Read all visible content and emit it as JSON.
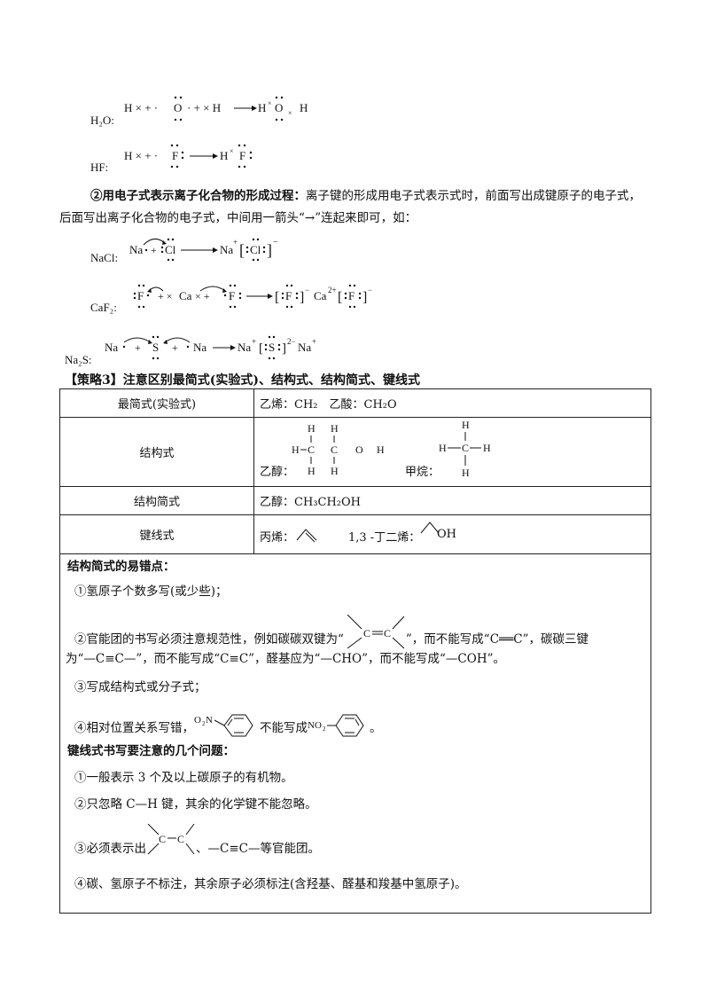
{
  "eq": {
    "h2o_label": "H₂O:",
    "hf_label": "HF:",
    "nacl_label": "NaCl:",
    "caf2_label": "CaF₂:",
    "na2s_label": "Na₂S:"
  },
  "ionic": {
    "heading": "②用电子式表示离子化合物的形成过程：",
    "text1": "离子键的形成用电子式表示式时，前面写出成键原子的电子式，",
    "text2": "后面写出离子化合物的电子式，中间用一箭头“→”连起来即可，如："
  },
  "strategy": {
    "title": "【策略3】注意区别最简式(实验式)、结构式、结构简式、键线式"
  },
  "table": {
    "rows": [
      {
        "name": "最简式(实验式)",
        "content": "乙烯：CH₂　乙酸：CH₂O"
      },
      {
        "name": "结构式",
        "ethanol": "乙醇：",
        "methane": "甲烷："
      },
      {
        "name": "结构简式",
        "content": "乙醇：CH₃CH₂OH"
      },
      {
        "name": "键线式",
        "propene": "丙烯：",
        "butadiene": "1,3 -丁二烯：",
        "oh": "OH"
      }
    ]
  },
  "notes1": {
    "title": "结构简式的易错点：",
    "item1": "①氢原子个数多写(或少些)；",
    "item2a": "②官能团的书写必须注意规范性，例如碳碳双键为“",
    "item2b": "”，而不能写成“C══C”，碳碳三键",
    "item2c": "为“—C≡C—”，而不能写成“C≡C”，醛基应为“—CHO”，而不能写成“—COH”。",
    "item3": "③写成结构式或分子式；",
    "item4a": "④相对位置关系写错，",
    "item4b": "不能写成",
    "item4c": "。"
  },
  "notes2": {
    "title": "键线式书写要注意的几个问题：",
    "item1": "①一般表示 3 个及以上碳原子的有机物。",
    "item2": "②只忽略 C—H 键，其余的化学键不能忽略。",
    "item3a": "③必须表示出",
    "item3b": "、—C≡C—等官能团。",
    "item4": "④碳、氢原子不标注，其余原子必须标注(含羟基、醛基和羧基中氢原子)。"
  }
}
